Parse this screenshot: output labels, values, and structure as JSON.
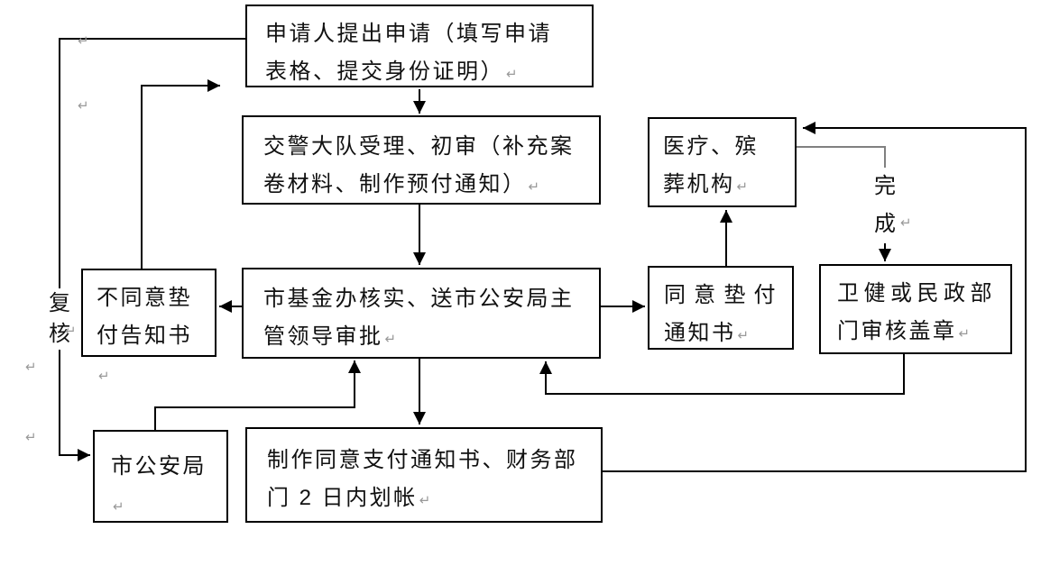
{
  "diagram": {
    "boxes": {
      "application": {
        "label": "申请人提出申请（填写申请表格、提交身份证明）"
      },
      "police_brigade": {
        "label": "交警大队受理、初审（补充案卷材料、制作预付通知）"
      },
      "fund_office": {
        "label": "市基金办核实、送市公安局主管领导审批"
      },
      "disagree_notice": {
        "label": "不同意垫付告知书"
      },
      "medical_funeral": {
        "label": "医疗、殡葬机构"
      },
      "agree_notice": {
        "label": "同意垫付通知书"
      },
      "health_civil": {
        "label": "卫健或民政部门审核盖章"
      },
      "city_psb": {
        "label": "市公安局"
      },
      "payment": {
        "label": "制作同意支付通知书、财务部门 2 日内划帐"
      }
    },
    "edge_labels": {
      "review": "复核",
      "complete": "完成"
    },
    "edges": [
      {
        "from": "application",
        "to": "police_brigade"
      },
      {
        "from": "police_brigade",
        "to": "fund_office"
      },
      {
        "from": "fund_office",
        "to": "disagree_notice"
      },
      {
        "from": "disagree_notice",
        "to": "police_brigade"
      },
      {
        "from": "application",
        "to": "city_psb",
        "label": "复核"
      },
      {
        "from": "city_psb",
        "to": "fund_office"
      },
      {
        "from": "fund_office",
        "to": "payment"
      },
      {
        "from": "fund_office",
        "to": "agree_notice"
      },
      {
        "from": "agree_notice",
        "to": "medical_funeral"
      },
      {
        "from": "medical_funeral",
        "to": "health_civil",
        "label": "完成"
      },
      {
        "from": "health_civil",
        "to": "fund_office"
      },
      {
        "from": "payment",
        "to": "medical_funeral"
      }
    ]
  },
  "icons": {
    "paragraph_mark": "↵"
  },
  "colors": {
    "line": "#000000",
    "grey_line": "#808080",
    "box_border": "#000000",
    "text": "#111111",
    "mark": "#9a9a9a",
    "background": "#ffffff"
  }
}
